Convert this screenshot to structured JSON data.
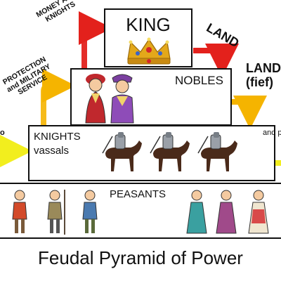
{
  "tiers": {
    "king": "KING",
    "nobles": "NOBLES",
    "knights_line1": "KNIGHTS",
    "knights_line2": "vassals",
    "peasants": "PEASANTS"
  },
  "flows": {
    "money_knights_line1": "MONEY AND",
    "money_knights_line2": "KNIGHTS",
    "land_king": "LAND",
    "land_nobles_line1": "LAND",
    "land_nobles_line2": "(fief)",
    "protection_line1": "PROTECTION",
    "protection_line2": "and MILITARY",
    "protection_line3": "SERVICE",
    "left_partial": "o",
    "right_partial": "and p"
  },
  "title": "Feudal Pyramid of Power",
  "colors": {
    "king_arrow": "#e3211c",
    "noble_arrow": "#f5b400",
    "knight_arrow": "#f2ee1e",
    "crown": "#e3a81a",
    "horse": "#4a2a1a"
  },
  "icons": [
    "crown-icon",
    "noble-couple-icon",
    "armored-knight-on-horse-icon",
    "peasant-figure-icon"
  ]
}
